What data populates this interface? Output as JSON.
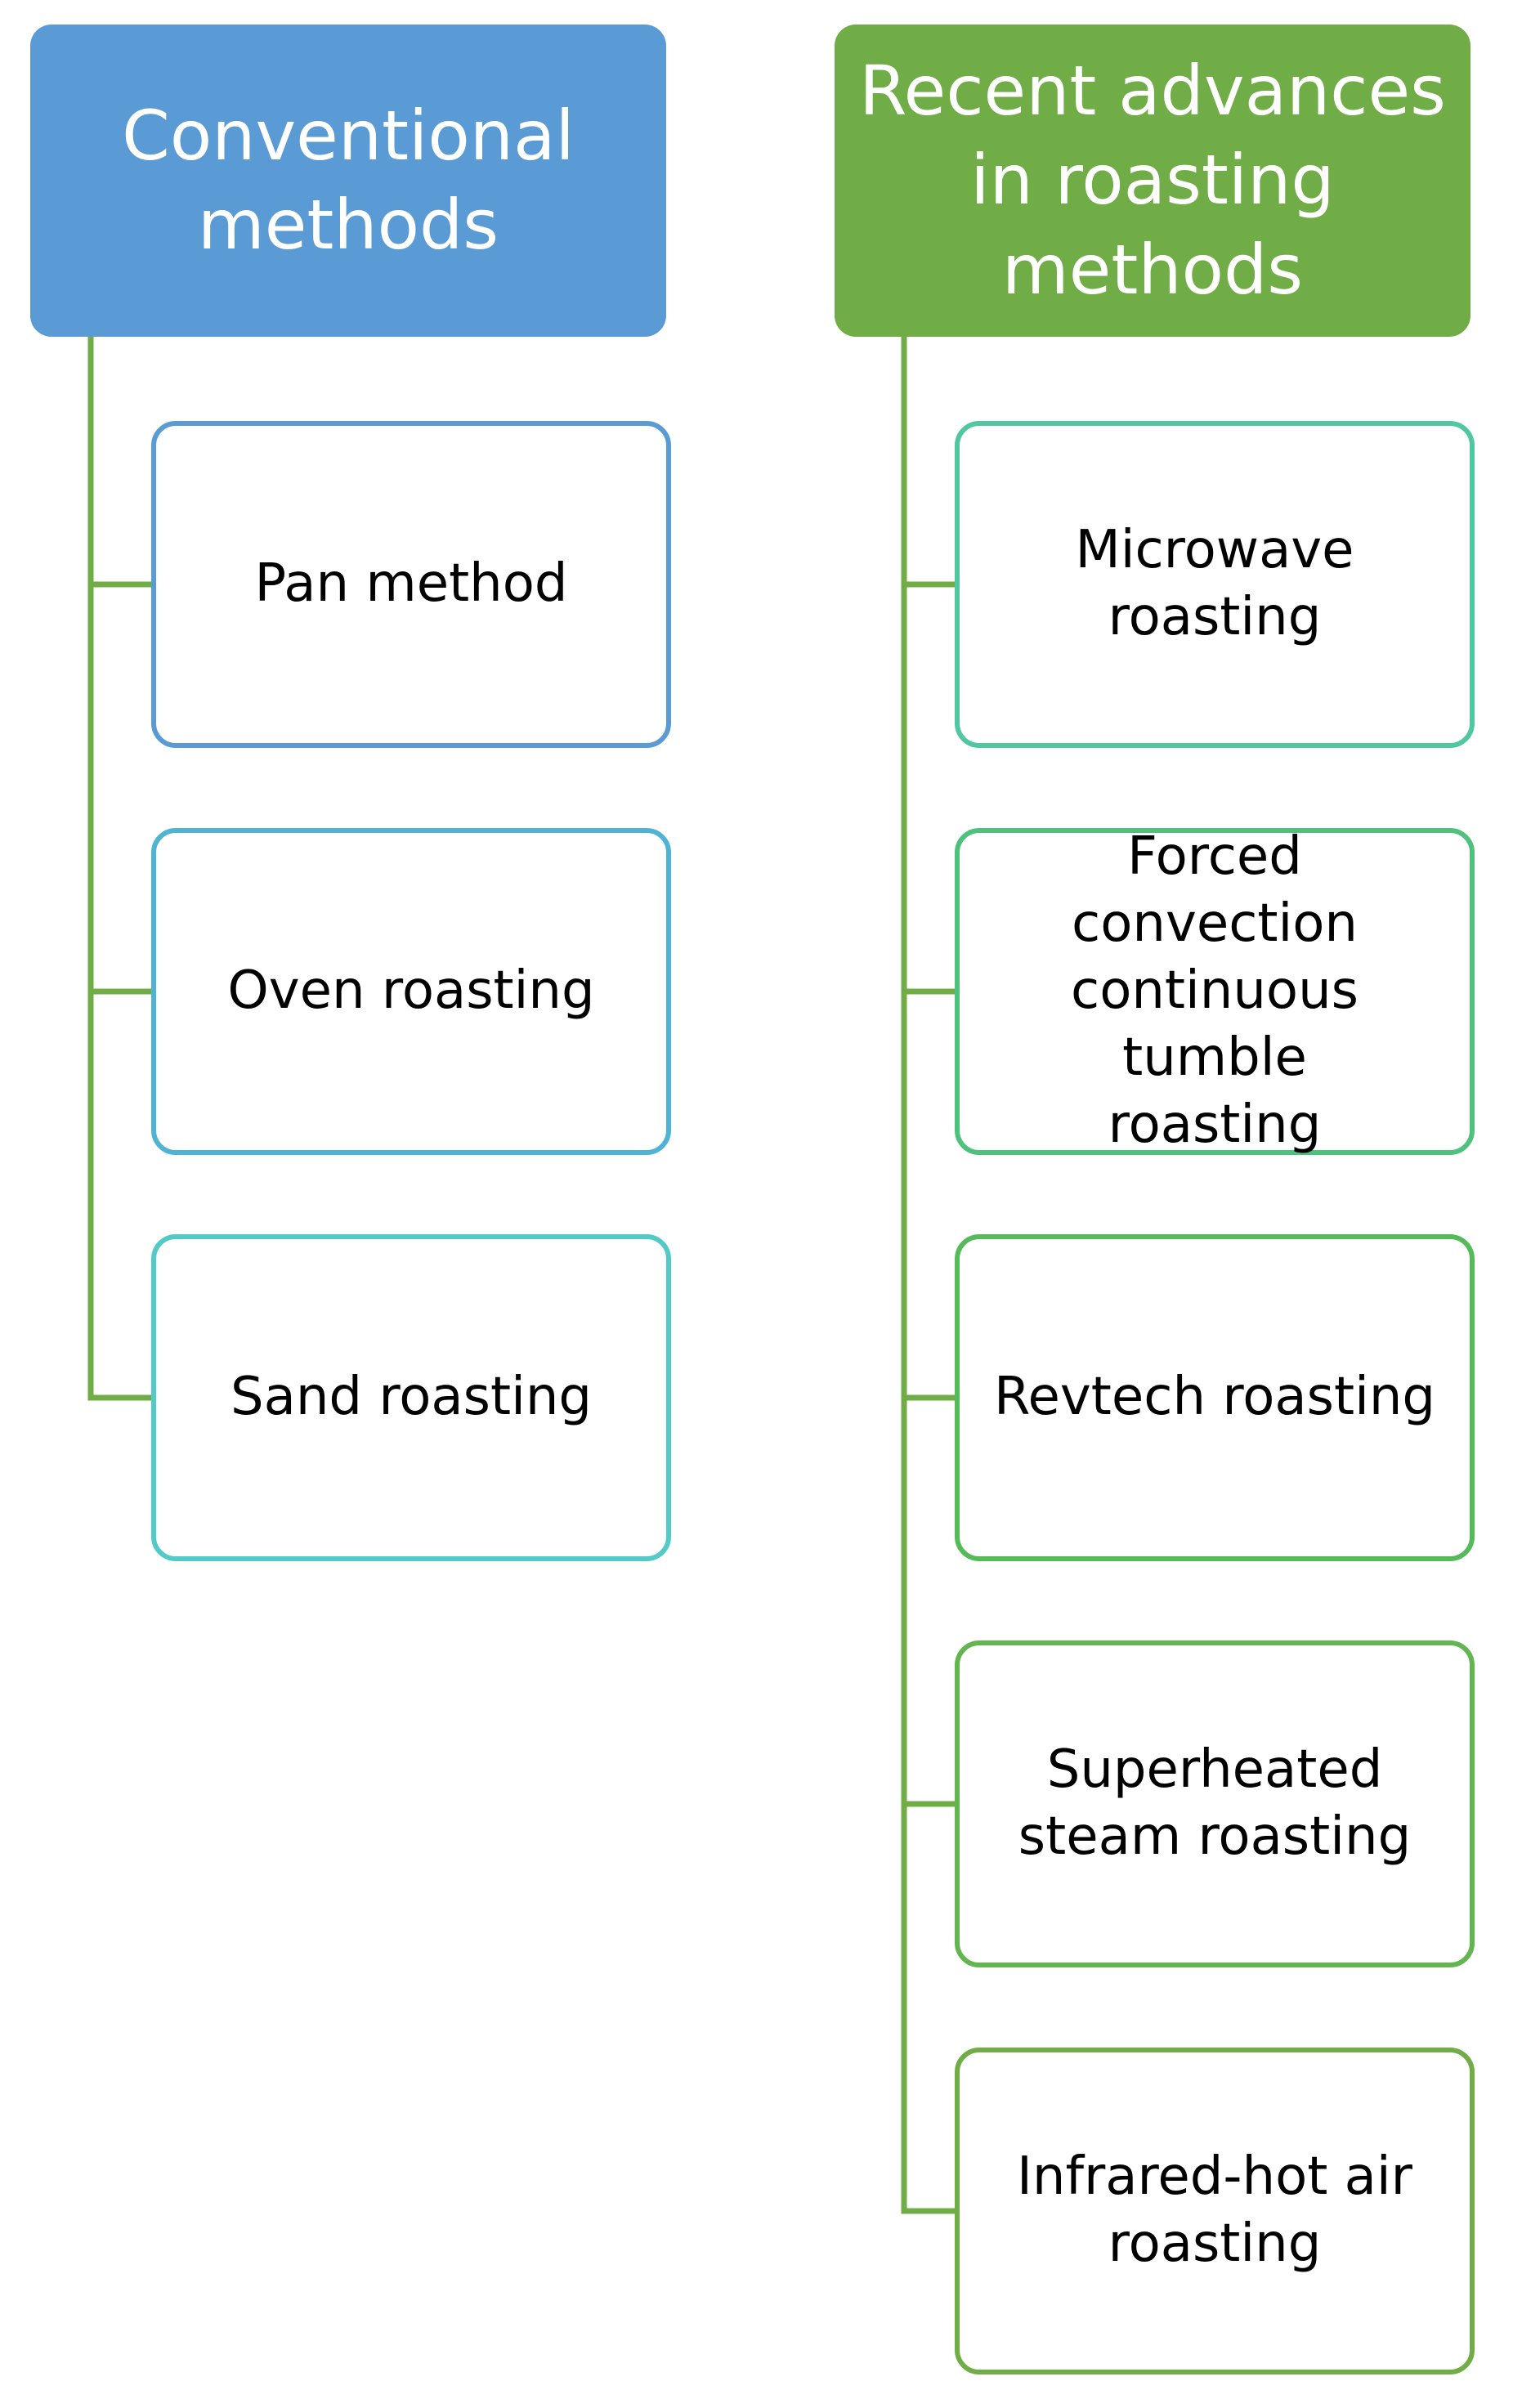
{
  "colors": {
    "connector": "#70ad47",
    "header_left_bg": "#5b9bd5",
    "header_right_bg": "#70ad47"
  },
  "left": {
    "header": "Conventional\nmethods",
    "items": [
      {
        "label": "Pan method",
        "border": "#5b9bd5"
      },
      {
        "label": "Oven roasting",
        "border": "#4fb3d4"
      },
      {
        "label": "Sand roasting",
        "border": "#52cbc8"
      }
    ]
  },
  "right": {
    "header": "Recent advances\nin roasting\nmethods",
    "items": [
      {
        "label": "Microwave\nroasting",
        "border": "#4fc7a0"
      },
      {
        "label": "Forced convection\ncontinuous tumble\nroasting",
        "border": "#4ec17c"
      },
      {
        "label": "Revtech roasting",
        "border": "#55bb5a"
      },
      {
        "label": "Superheated\nsteam roasting",
        "border": "#62b54f"
      },
      {
        "label": "Infrared-hot air\nroasting",
        "border": "#70ad47"
      }
    ]
  }
}
